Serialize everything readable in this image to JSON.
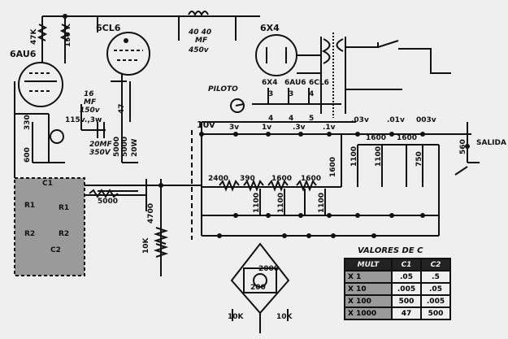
{
  "tubes": {
    "t1": "6AU6",
    "t2": "6CL6",
    "t3": "6X4"
  },
  "components": {
    "r_47k": "47K",
    "r_150k": "150 K",
    "r_330": "330",
    "r_600": "600",
    "r_47": "47",
    "r_5000a": "5000",
    "r_5000b": "5000",
    "r_20w": "20W",
    "c_16": "16",
    "c_mf": "MF",
    "c_150v": "150v",
    "c_20mf": "20MF",
    "c_350v": "350V",
    "c_4040": "40 40",
    "c_mf2": "MF",
    "c_450v": "450v",
    "lamp": "115v.,3w",
    "piloto": "PILOTO",
    "r_5000c": "5000",
    "r_4700": "4700",
    "r_10k": "10K",
    "r_2000": "2000",
    "r_200": "200",
    "r_10ka": "10K",
    "r_10kb": "10K"
  },
  "heater": {
    "h1": "6X4",
    "h2": "6AU6",
    "h3": "6CL6",
    "p1": "4",
    "p2": "4",
    "p3": "5",
    "p4": "3",
    "p5": "3",
    "p6": "4"
  },
  "attenuator": {
    "in": "10v",
    "v3": "3v",
    "v1": "1v",
    "v03": ".3v",
    "v01": ".1v",
    "v003a": ".03v",
    "v001": ".01v",
    "v003b": "003v",
    "r2400": "2400",
    "r390": "390",
    "r1600a": "1600",
    "r1600b": "1600",
    "r1600c": "1600",
    "r1600d": "1600",
    "r1600e": "1600",
    "r1100a": "1100",
    "r1100b": "1100",
    "r1100c": "1100",
    "r1100d": "1100",
    "r1100e": "1100",
    "r750": "750",
    "r560": "560",
    "salida": "SALIDA"
  },
  "network": {
    "c1": "C1",
    "c2": "C2",
    "r1a": "R1",
    "r1b": "R1",
    "r2": "R2",
    "r2b": "R2"
  },
  "values_table": {
    "title": "VALORES DE C",
    "headers": [
      "MULT",
      "C1",
      "C2"
    ],
    "rows": [
      [
        "X 1",
        ".05",
        ".5"
      ],
      [
        "X 10",
        ".005",
        ".05"
      ],
      [
        "X 100",
        "500",
        ".005"
      ],
      [
        "X 1000",
        "47",
        "500"
      ]
    ]
  },
  "colors": {
    "ink": "#111111",
    "paper": "#efefef",
    "shade": "#9a9a9a"
  }
}
